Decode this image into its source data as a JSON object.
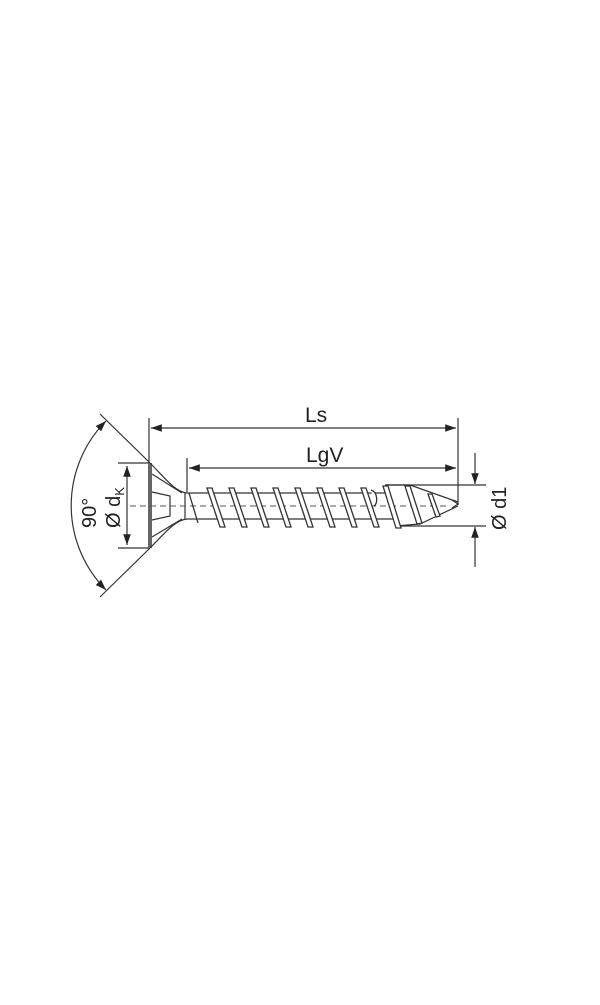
{
  "diagram": {
    "subject": "countersunk wood screw technical drawing",
    "labels": {
      "overall_length": "Ls",
      "thread_length": "LgV",
      "head_diameter_prefix": "Ø d",
      "head_diameter_subscript": "K",
      "thread_diameter": "Ø d1",
      "head_angle": "90°"
    },
    "colors": {
      "line": "#333333",
      "background": "#ffffff"
    }
  }
}
